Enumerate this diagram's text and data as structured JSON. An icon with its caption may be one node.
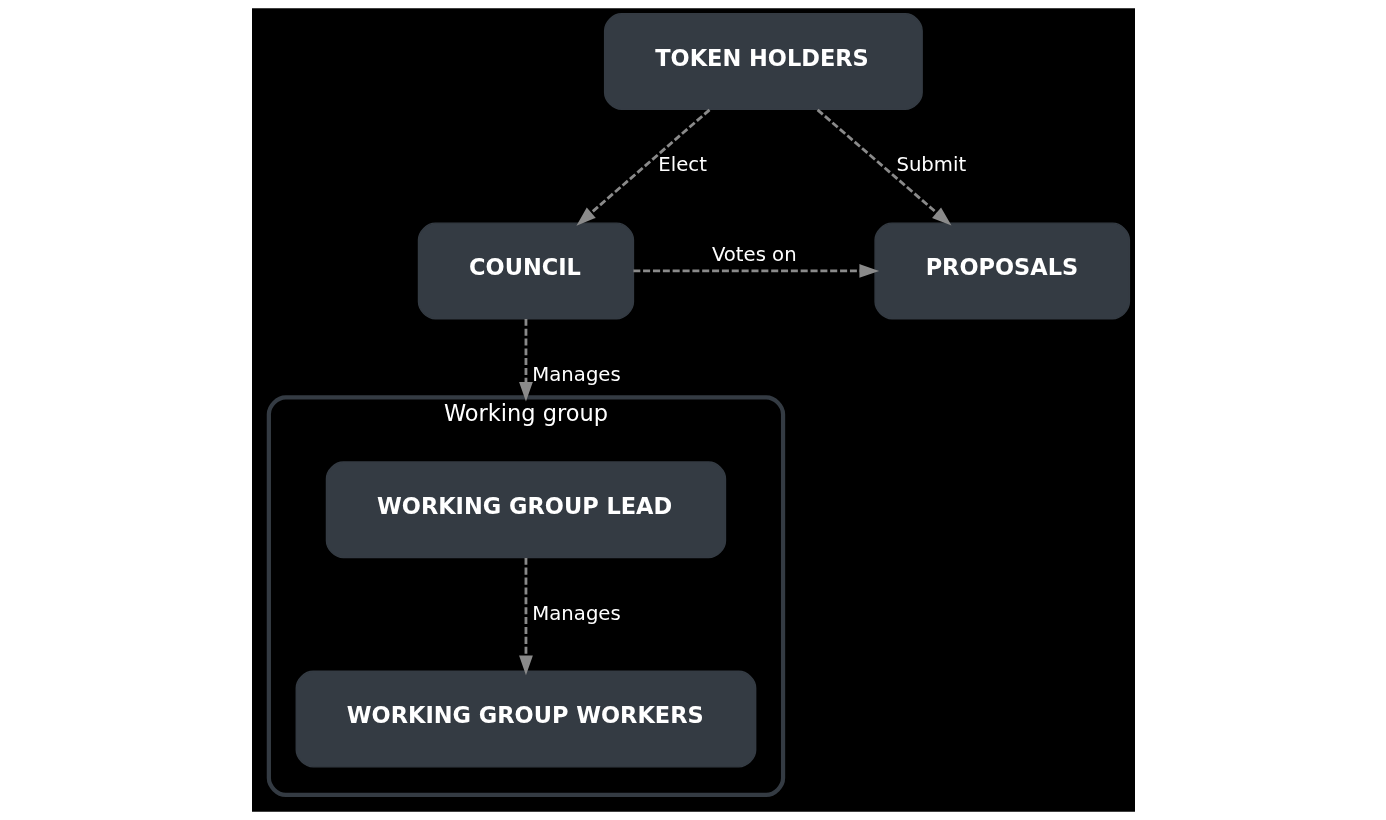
{
  "diagram": {
    "nodes": [
      {
        "text": [
          "TOKEN HOLDERS"
        ]
      },
      {
        "text": [
          "COUNCIL"
        ]
      },
      {
        "text": [
          "PROPOSALS"
        ]
      },
      {
        "text": [
          "Working group"
        ]
      },
      {
        "text": [
          "WORKING GROUP LEAD"
        ],
        "in": 3
      },
      {
        "text": [
          "WORKING GROUP WORKERS"
        ],
        "in": 3
      }
    ],
    "edges": [
      {
        "from": 0,
        "to": 2,
        "arrow": "to",
        "label": "Submit",
        "style": "dashed"
      },
      {
        "from": 0,
        "to": 1,
        "arrow": "to",
        "label": "Elect",
        "style": "dashed"
      },
      {
        "from": 1,
        "to": 2,
        "arrow": "to",
        "label": "Votes on",
        "style": "dashed"
      },
      {
        "from": 1,
        "to": 3,
        "arrow": "to",
        "label": "Manages",
        "style": "dashed"
      },
      {
        "from": 4,
        "to": 5,
        "arrow": "to",
        "label": "Manages",
        "style": "dashed"
      }
    ]
  }
}
